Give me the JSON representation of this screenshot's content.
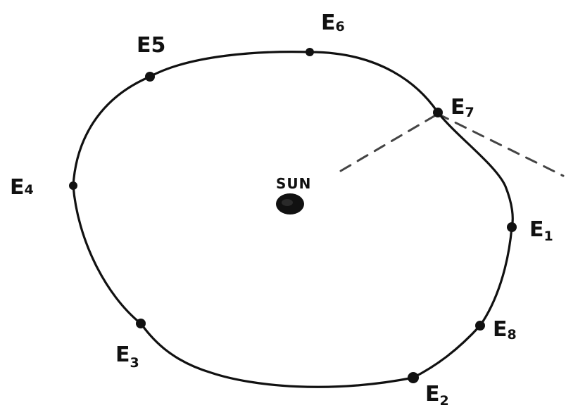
{
  "diagram": {
    "sun": {
      "label": "SUN"
    },
    "points": [
      {
        "id": "E1",
        "letter": "E",
        "sub": "1"
      },
      {
        "id": "E2",
        "letter": "E",
        "sub": "2"
      },
      {
        "id": "E3",
        "letter": "E",
        "sub": "3"
      },
      {
        "id": "E4",
        "letter": "E",
        "sub": "4"
      },
      {
        "id": "E5",
        "letter": "E",
        "sub": "5"
      },
      {
        "id": "E6",
        "letter": "E",
        "sub": "6"
      },
      {
        "id": "E7",
        "letter": "E",
        "sub": "7"
      },
      {
        "id": "E8",
        "letter": "E",
        "sub": "8"
      }
    ]
  }
}
